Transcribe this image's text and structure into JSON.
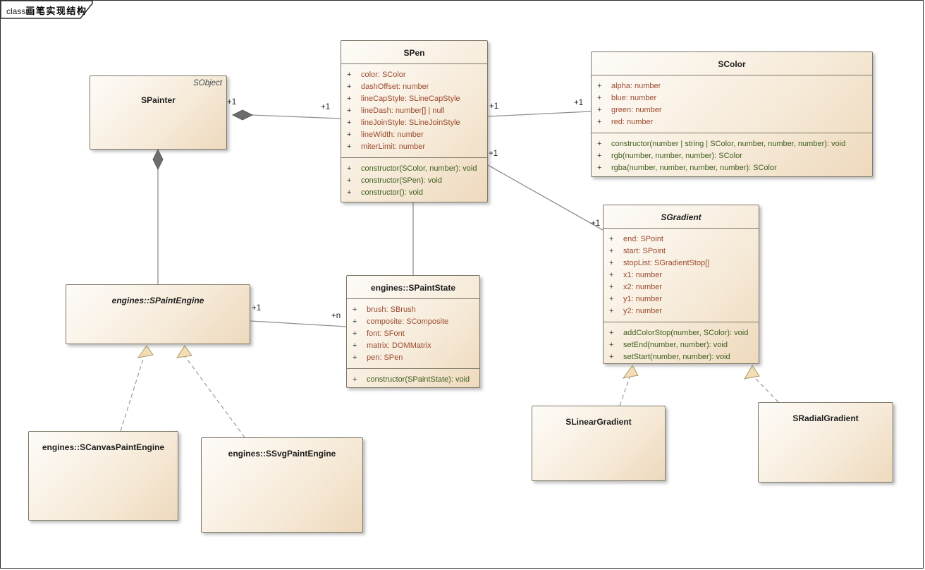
{
  "frame": {
    "label_prefix": "class",
    "label_title": "画笔实现结构"
  },
  "visibility_symbol": "+",
  "colors": {
    "attribute_text": "#9b4a2e",
    "method_text": "#3e5e1e",
    "box_fill_light": "#fefcf9",
    "box_fill_tan": "#eed9bd",
    "box_border": "#7d7867",
    "connector_gray": "#8f8f8f",
    "diamond_gray": "#6d6d6d",
    "triangle_tan": "#f3ddb4",
    "stereotype_text": "#3f4a52"
  },
  "classes": {
    "spainter": {
      "name": "SPainter",
      "stereotype": "SObject"
    },
    "spen": {
      "name": "SPen",
      "attributes": [
        "color: SColor",
        "dashOffset: number",
        "lineCapStyle: SLineCapStyle",
        "lineDash: number[] | null",
        "lineJoinStyle: SLineJoinStyle",
        "lineWidth: number",
        "miterLimit: number"
      ],
      "methods": [
        "constructor(SColor, number): void",
        "constructor(SPen): void",
        "constructor(): void"
      ]
    },
    "scolor": {
      "name": "SColor",
      "attributes": [
        "alpha: number",
        "blue: number",
        "green: number",
        "red: number"
      ],
      "methods": [
        "constructor(number | string | SColor, number, number, number): void",
        "rgb(number, number, number): SColor",
        "rgba(number, number, number, number): SColor"
      ]
    },
    "sgradient": {
      "name": "SGradient",
      "abstract": true,
      "attributes": [
        "end: SPoint",
        "start: SPoint",
        "stopList: SGradientStop[]",
        "x1: number",
        "x2: number",
        "y1: number",
        "y2: number"
      ],
      "methods": [
        "addColorStop(number, SColor): void",
        "setEnd(number, number): void",
        "setStart(number, number): void"
      ]
    },
    "spaintstate": {
      "name": "engines::SPaintState",
      "attributes": [
        "brush: SBrush",
        "composite: SComposite",
        "font: SFont",
        "matrix: DOMMatrix",
        "pen: SPen"
      ],
      "methods": [
        "constructor(SPaintState): void"
      ]
    },
    "spaintengine": {
      "name": "engines::SPaintEngine",
      "abstract": true
    },
    "scanvaspaintengine": {
      "name": "engines::SCanvasPaintEngine"
    },
    "ssvgpaintengine": {
      "name": "engines::SSvgPaintEngine"
    },
    "slineargradient": {
      "name": "SLinearGradient"
    },
    "sradialgradient": {
      "name": "SRadialGradient"
    }
  },
  "connectors": {
    "spainter_spen": {
      "kind": "composition",
      "source_label": "+1",
      "target_label": "+1"
    },
    "spainter_spaintengine": {
      "kind": "composition"
    },
    "spen_scolor": {
      "kind": "association",
      "source_label": "+1",
      "target_label": "+1"
    },
    "spen_sgradient": {
      "kind": "association",
      "source_label": "+1",
      "target_label": "+1"
    },
    "spen_spaintstate": {
      "kind": "association"
    },
    "spaintengine_spaintstate": {
      "kind": "association",
      "source_label": "+1",
      "target_label": "+n"
    },
    "scanvaspaintengine_spaintengine": {
      "kind": "realization"
    },
    "ssvgpaintengine_spaintengine": {
      "kind": "realization"
    },
    "slineargradient_sgradient": {
      "kind": "realization"
    },
    "sradialgradient_sgradient": {
      "kind": "realization"
    }
  }
}
